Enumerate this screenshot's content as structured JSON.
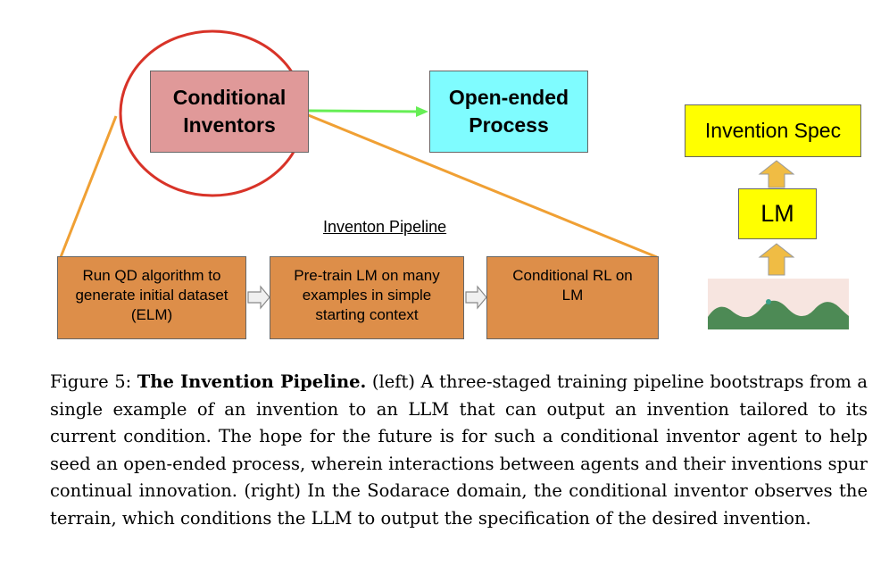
{
  "diagram": {
    "conditional_inventors": {
      "line1": "Conditional",
      "line2": "Inventors",
      "fill": "#e09999"
    },
    "open_ended_process": {
      "line1": "Open-ended",
      "line2": "Process",
      "fill": "#7ffcff"
    },
    "pipeline_title": "Inventon Pipeline",
    "stages": [
      {
        "line1": "Run QD algorithm to",
        "line2": "generate initial dataset",
        "line3": "(ELM)"
      },
      {
        "line1": "Pre-train LM on many",
        "line2": "examples in simple",
        "line3": "starting context"
      },
      {
        "line1": "Conditional RL on",
        "line2": "LM",
        "line3": ""
      }
    ],
    "stage_fill": "#dd8e49",
    "invention_spec": "Invention Spec",
    "lm": "LM",
    "yellow_fill": "#ffff00",
    "arrow_fill": "#f0bc44",
    "highlight_circle_color": "#d83328",
    "zoom_line_color": "#f0a034",
    "flow_arrow_color": "#66ee55",
    "terrain_sky": "#f7e5e0",
    "terrain_ground": "#4d8a55"
  },
  "caption": {
    "label": "Figure 5:",
    "title": "The Invention Pipeline.",
    "body": "(left) A three-staged training pipeline bootstraps from a single example of an invention to an LLM that can output an invention tailored to its current condition. The hope for the future is for such a conditional inventor agent to help seed an open-ended process, wherein interactions between agents and their inventions spur continual innovation. (right) In the Sodarace domain, the conditional inventor observes the terrain, which conditions the LLM to output the specification of the desired invention."
  }
}
